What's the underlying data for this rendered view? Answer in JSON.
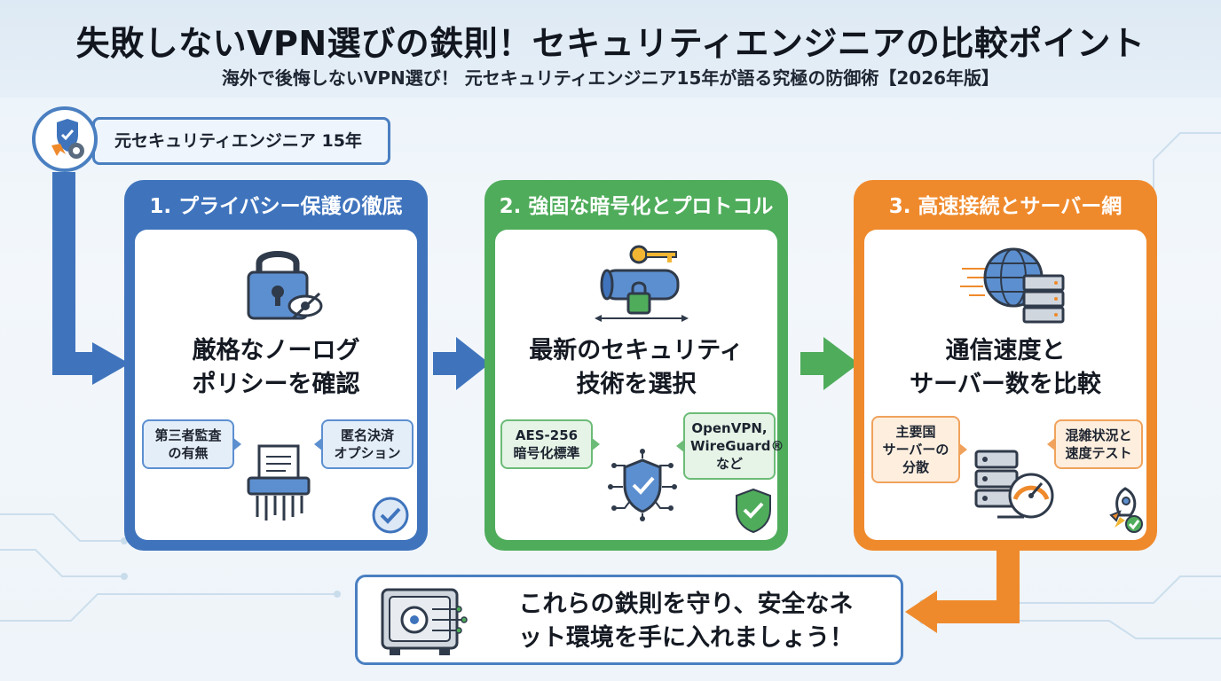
{
  "title": "失敗しないVPN選びの鉄則！セキュリティエンジニアの比較ポイント",
  "subtitle": "海外で後悔しないVPN選び！ 元セキュリティエンジニア15年が語る究極の防御術【2026年版】",
  "author": {
    "label": "元セキュリティエンジニア 15年",
    "icon": "security-expert-emblem-icon"
  },
  "colors": {
    "blue": "#3f74bd",
    "green": "#4fac5b",
    "orange": "#ef8a2c"
  },
  "cards": [
    {
      "head": "1. プライバシー保護の徹底",
      "title_line1": "厳格なノーログ",
      "title_line2": "ポリシーを確認",
      "icon": "padlock-hidden-eye-icon",
      "bubble_left": {
        "line1": "第三者監査",
        "line2": "の有無"
      },
      "bubble_right": {
        "line1": "匿名決済",
        "line2": "オプション"
      },
      "center_icon": "document-shredder-icon",
      "corner_icon": "check-circle-icon"
    },
    {
      "head": "2. 強固な暗号化とプロトコル",
      "title_line1": "最新のセキュリティ",
      "title_line2": "技術を選択",
      "icon": "encrypted-tunnel-key-icon",
      "bubble_left": {
        "line1": "AES-256",
        "line2": "暗号化標準"
      },
      "bubble_right": {
        "line1": "OpenVPN,",
        "line2": "WireGuard®",
        "line3": "など"
      },
      "center_icon": "shield-circuit-icon",
      "corner_icon": "shield-check-icon"
    },
    {
      "head": "3. 高速接続とサーバー網",
      "title_line1": "通信速度と",
      "title_line2": "サーバー数を比較",
      "icon": "globe-server-icon",
      "bubble_left": {
        "line1": "主要国",
        "line2": "サーバーの",
        "line3": "分散"
      },
      "bubble_right": {
        "line1": "混雑状況と",
        "line2": "速度テスト"
      },
      "center_icon": "server-speedometer-icon",
      "corner_icon": "rocket-check-icon"
    }
  ],
  "footer": {
    "line1": "これらの鉄則を守り、安全なネ",
    "line2": "ット環境を手に入れましょう！",
    "icon": "vault-safe-icon"
  }
}
